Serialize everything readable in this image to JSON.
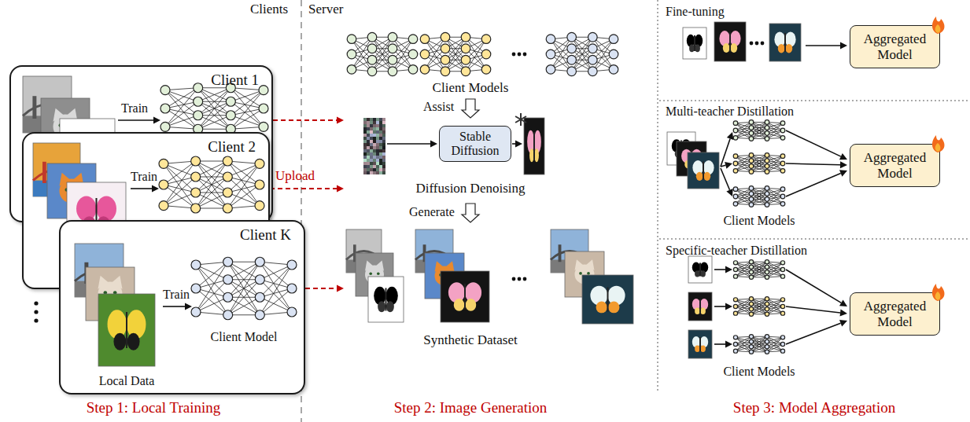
{
  "diagram": {
    "nodes": [
      {
        "text": [
          "Client 1"
        ]
      },
      {
        "text": [
          "Client 2"
        ]
      },
      {
        "text": [
          "Client K"
        ]
      },
      {
        "text": [
          "Stable Diffusion"
        ]
      },
      {
        "text": [
          "Aggregated Model"
        ]
      },
      {
        "text": [
          "Aggregated Model"
        ]
      },
      {
        "text": [
          "Aggregated Model"
        ]
      }
    ],
    "labels": [
      "Clients",
      "Server",
      "Train",
      "Train",
      "Train",
      "Local Data",
      "Client Model",
      "Upload",
      "Client Models",
      "Assist",
      "Diffusion Denoising",
      "Generate",
      "Synthetic Dataset",
      "Fine-tuning",
      "Multi-teacher Distillation",
      "Client Models",
      "Specific-teacher Distillation",
      "Client Models",
      "Step 1: Local Training",
      "Step 2: Image Generation",
      "Step 3: Model Aggregation"
    ]
  }
}
